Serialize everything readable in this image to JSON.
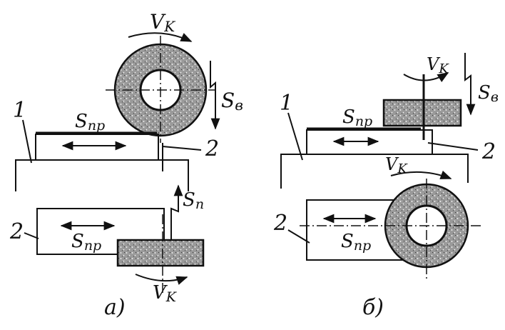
{
  "labels": {
    "part1": "1",
    "part2": "2",
    "speed_wheel": "V",
    "speed_sub": "K",
    "feed_long": "S",
    "feed_long_sub": "пр",
    "feed_vert": "S",
    "feed_vert_sub": "в",
    "feed_plunge": "S",
    "feed_plunge_sub": "п"
  },
  "captions": {
    "a": "а)",
    "b": "б)"
  },
  "colors": {
    "ink": "#111111",
    "wheel_fill": "#9a9a9a",
    "wheel_speckle": "#ffffff",
    "background": "#ffffff"
  }
}
